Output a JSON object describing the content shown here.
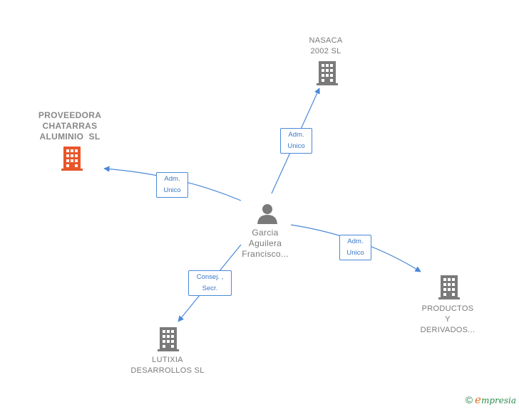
{
  "nodes": {
    "nasaca": {
      "lines": [
        "NASACA",
        "2002 SL"
      ],
      "color": "#7a7a7a"
    },
    "proveedora": {
      "lines": [
        "PROVEEDORA",
        "CHATARRAS",
        "ALUMINIO  SL"
      ],
      "color": "#e8572a"
    },
    "productos": {
      "lines": [
        "PRODUCTOS",
        "Y",
        "DERIVADOS..."
      ],
      "color": "#7a7a7a"
    },
    "lutixia": {
      "lines": [
        "LUTIXIA",
        "DESARROLLOS SL"
      ],
      "color": "#7a7a7a"
    },
    "person": {
      "lines": [
        "Garcia",
        "Aguilera",
        "Francisco..."
      ],
      "color": "#7a7a7a"
    }
  },
  "edges": {
    "to_nasaca": {
      "lines": [
        "Adm.",
        "Unico"
      ]
    },
    "to_proveedora": {
      "lines": [
        "Adm.",
        "Unico"
      ]
    },
    "to_productos": {
      "lines": [
        "Adm.",
        "Unico"
      ]
    },
    "to_lutixia": {
      "lines": [
        "Consej. ,",
        "Secr."
      ]
    }
  },
  "colors": {
    "edge": "#4a88d8",
    "accent": "#e8572a",
    "building": "#7a7a7a"
  },
  "footer": {
    "copyright": "©",
    "brand_first": "e",
    "brand_rest": "mpresia"
  }
}
